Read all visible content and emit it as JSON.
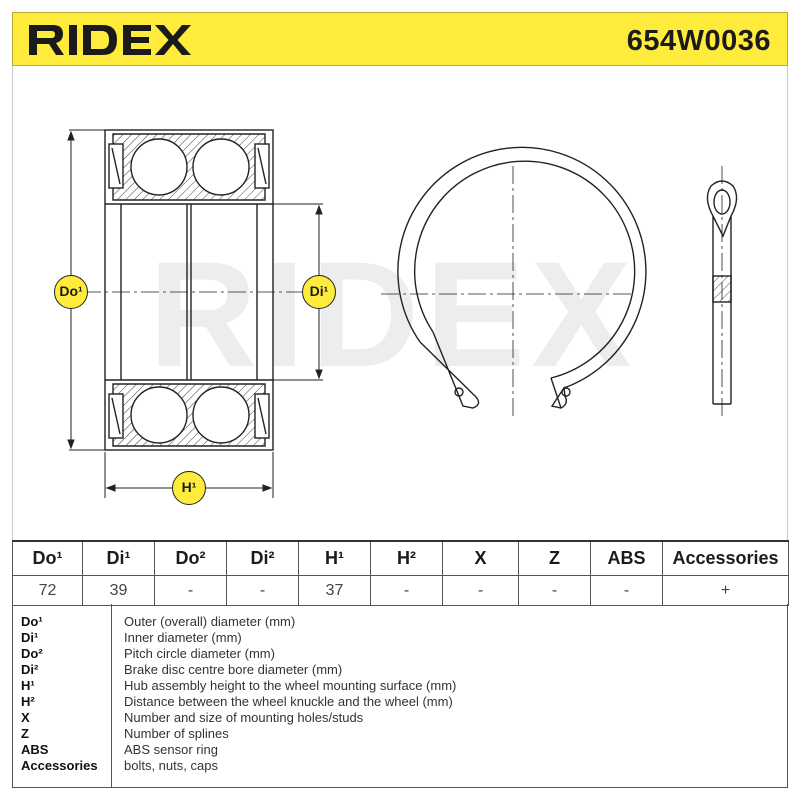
{
  "header": {
    "brand": "RIDEX",
    "part_number": "654W0036",
    "colors": {
      "accent": "#ffeb3b",
      "text": "#1b1b1b"
    }
  },
  "drawing": {
    "watermark": "RIDEX",
    "badges": {
      "do": "Do¹",
      "di": "Di¹",
      "h": "H¹"
    }
  },
  "specs": {
    "headers": [
      "Do¹",
      "Di¹",
      "Do²",
      "Di²",
      "H¹",
      "H²",
      "X",
      "Z",
      "ABS",
      "Accessories"
    ],
    "values": [
      "72",
      "39",
      "-",
      "-",
      "37",
      "-",
      "-",
      "-",
      "-",
      "+"
    ]
  },
  "legend": [
    {
      "key": "Do¹",
      "desc": "Outer (overall) diameter (mm)"
    },
    {
      "key": "Di¹",
      "desc": "Inner diameter (mm)"
    },
    {
      "key": "Do²",
      "desc": "Pitch circle diameter (mm)"
    },
    {
      "key": "Di²",
      "desc": "Brake disc centre bore diameter (mm)"
    },
    {
      "key": "H¹",
      "desc": "Hub assembly height to the wheel mounting surface (mm)"
    },
    {
      "key": "H²",
      "desc": "Distance between the wheel knuckle and the wheel (mm)"
    },
    {
      "key": "X",
      "desc": "Number and size of mounting holes/studs"
    },
    {
      "key": "Z",
      "desc": "Number of splines"
    },
    {
      "key": "ABS",
      "desc": "ABS sensor ring"
    },
    {
      "key": "Accessories",
      "desc": "bolts, nuts, caps"
    }
  ]
}
